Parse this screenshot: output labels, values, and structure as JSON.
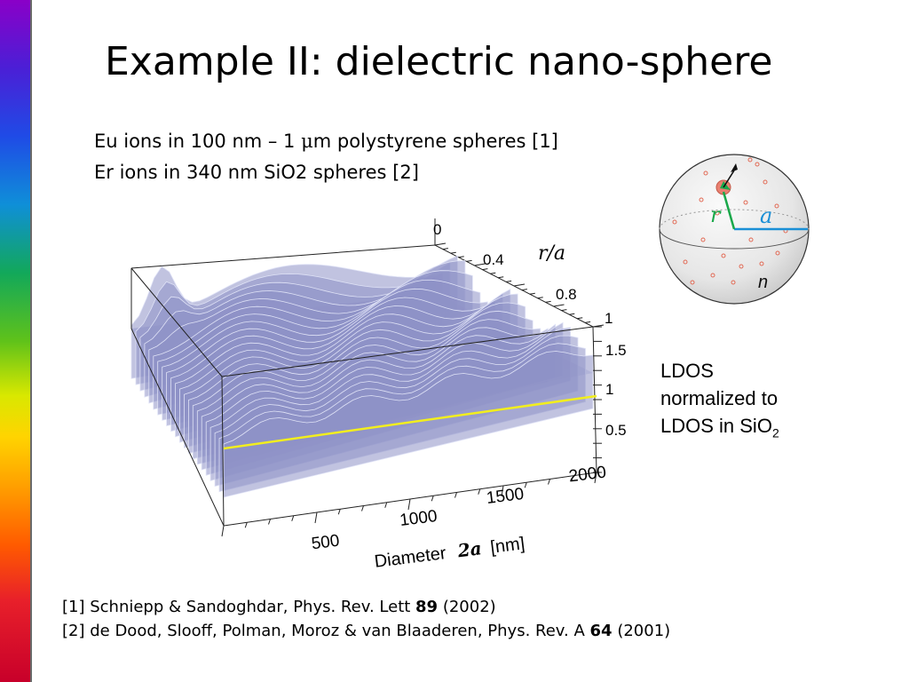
{
  "slide": {
    "title": "Example II: dielectric nano-sphere",
    "lines": [
      {
        "prefix": "Eu ions in 100 nm – 1 ",
        "mu": "μ",
        "suffix": "m polystyrene spheres [1]"
      },
      {
        "text": "Er ions in  340 nm SiO2 spheres [2]"
      }
    ],
    "ldos": {
      "line1": "LDOS",
      "line2": "normalized to",
      "line3": "LDOS in SiO",
      "sub": "2"
    },
    "references": [
      {
        "a": "[1] Schniepp & Sandoghdar, Phys. Rev. Lett ",
        "vol": "89",
        "b": " (2002)"
      },
      {
        "a": "[2] de Dood, Slooff, Polman, Moroz & van Blaaderen,  Phys. Rev. A ",
        "vol": "64",
        "b": " (2001)"
      }
    ]
  },
  "plot": {
    "axis_ra": {
      "label": "r/a",
      "ticks": [
        "0",
        "0.4",
        "0.8",
        "1"
      ]
    },
    "axis_ldos": {
      "ticks": [
        "1.5",
        "1",
        "0.5"
      ]
    },
    "axis_diameter": {
      "label_main": "Diameter ",
      "label_var": "2a",
      "label_unit": "[nm]",
      "ticks": [
        "500",
        "1000",
        "1500",
        "2000"
      ]
    },
    "reference_line_color": "#f2ee1e",
    "surface_color": "#8e92c6"
  },
  "sphere": {
    "r_label": "r",
    "a_label": "a",
    "n_label": "n",
    "r_color": "#1aa84a",
    "a_color": "#1a8fd6"
  }
}
